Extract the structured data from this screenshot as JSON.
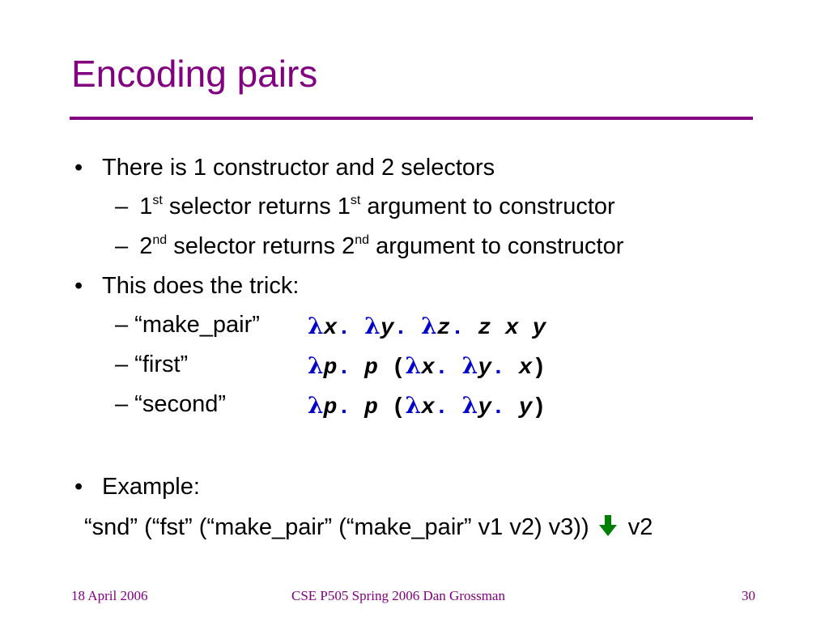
{
  "slide": {
    "title": "Encoding pairs",
    "bullet1": "There is 1 constructor and 2 selectors",
    "sub1": {
      "num": "1",
      "sup": "st",
      "mid": " selector returns 1",
      "sup2": "st",
      "tail": " argument to constructor"
    },
    "sub2": {
      "num": "2",
      "sup": "nd",
      "mid": " selector returns 2",
      "sup2": "nd",
      "tail": " argument to constructor"
    },
    "bullet2": "This does the trick:",
    "make_pair_label": "– “make_pair”",
    "first_label": "– “first”",
    "second_label": "– “second”",
    "make_pair_code": {
      "lam": "λ",
      "x": "x",
      "dot": ".",
      "y": "y",
      "z": "z",
      "body": "z x y"
    },
    "first_code": {
      "lam": "λ",
      "p": "p",
      "dot": ".",
      "body_p": "p",
      "open": "(",
      "x": "x",
      "y": "y",
      "res": "x",
      "close": ")"
    },
    "second_code": {
      "lam": "λ",
      "p": "p",
      "dot": ".",
      "body_p": "p",
      "open": "(",
      "x": "x",
      "y": "y",
      "res": "y",
      "close": ")"
    },
    "bullet3": "Example:",
    "example_expr": "“snd” (“fst” (“make_pair” (“make_pair” v1 v2) v3))",
    "example_result": "v2",
    "bullet_char": "•",
    "dash_char": "–"
  },
  "footer": {
    "date": "18 April 2006",
    "course": "CSE P505 Spring 2006  Dan Grossman",
    "page": "30"
  },
  "colors": {
    "title": "#800080",
    "lambda": "#0000cc",
    "arrow": "#008000"
  }
}
